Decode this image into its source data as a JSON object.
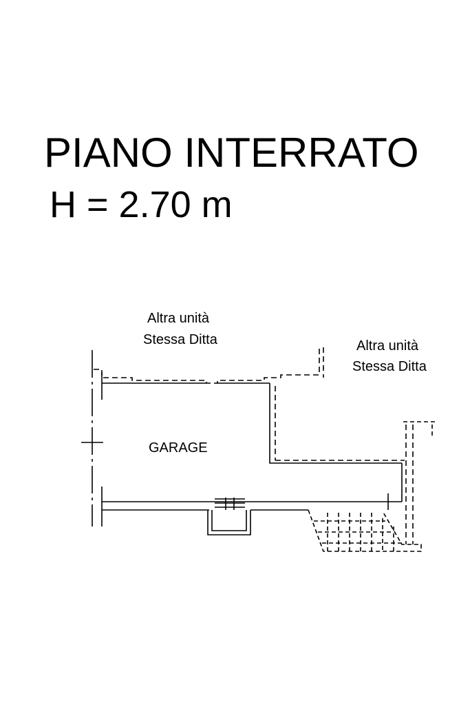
{
  "plan": {
    "floor_title": "PIANO INTERRATO",
    "height_label": "H = 2.70 m",
    "room_label": "GARAGE",
    "adjacent_top": {
      "line1": "Altra unità",
      "line2": "Stessa Ditta"
    },
    "adjacent_right": {
      "line1": "Altra unità",
      "line2": "Stessa Ditta"
    }
  }
}
